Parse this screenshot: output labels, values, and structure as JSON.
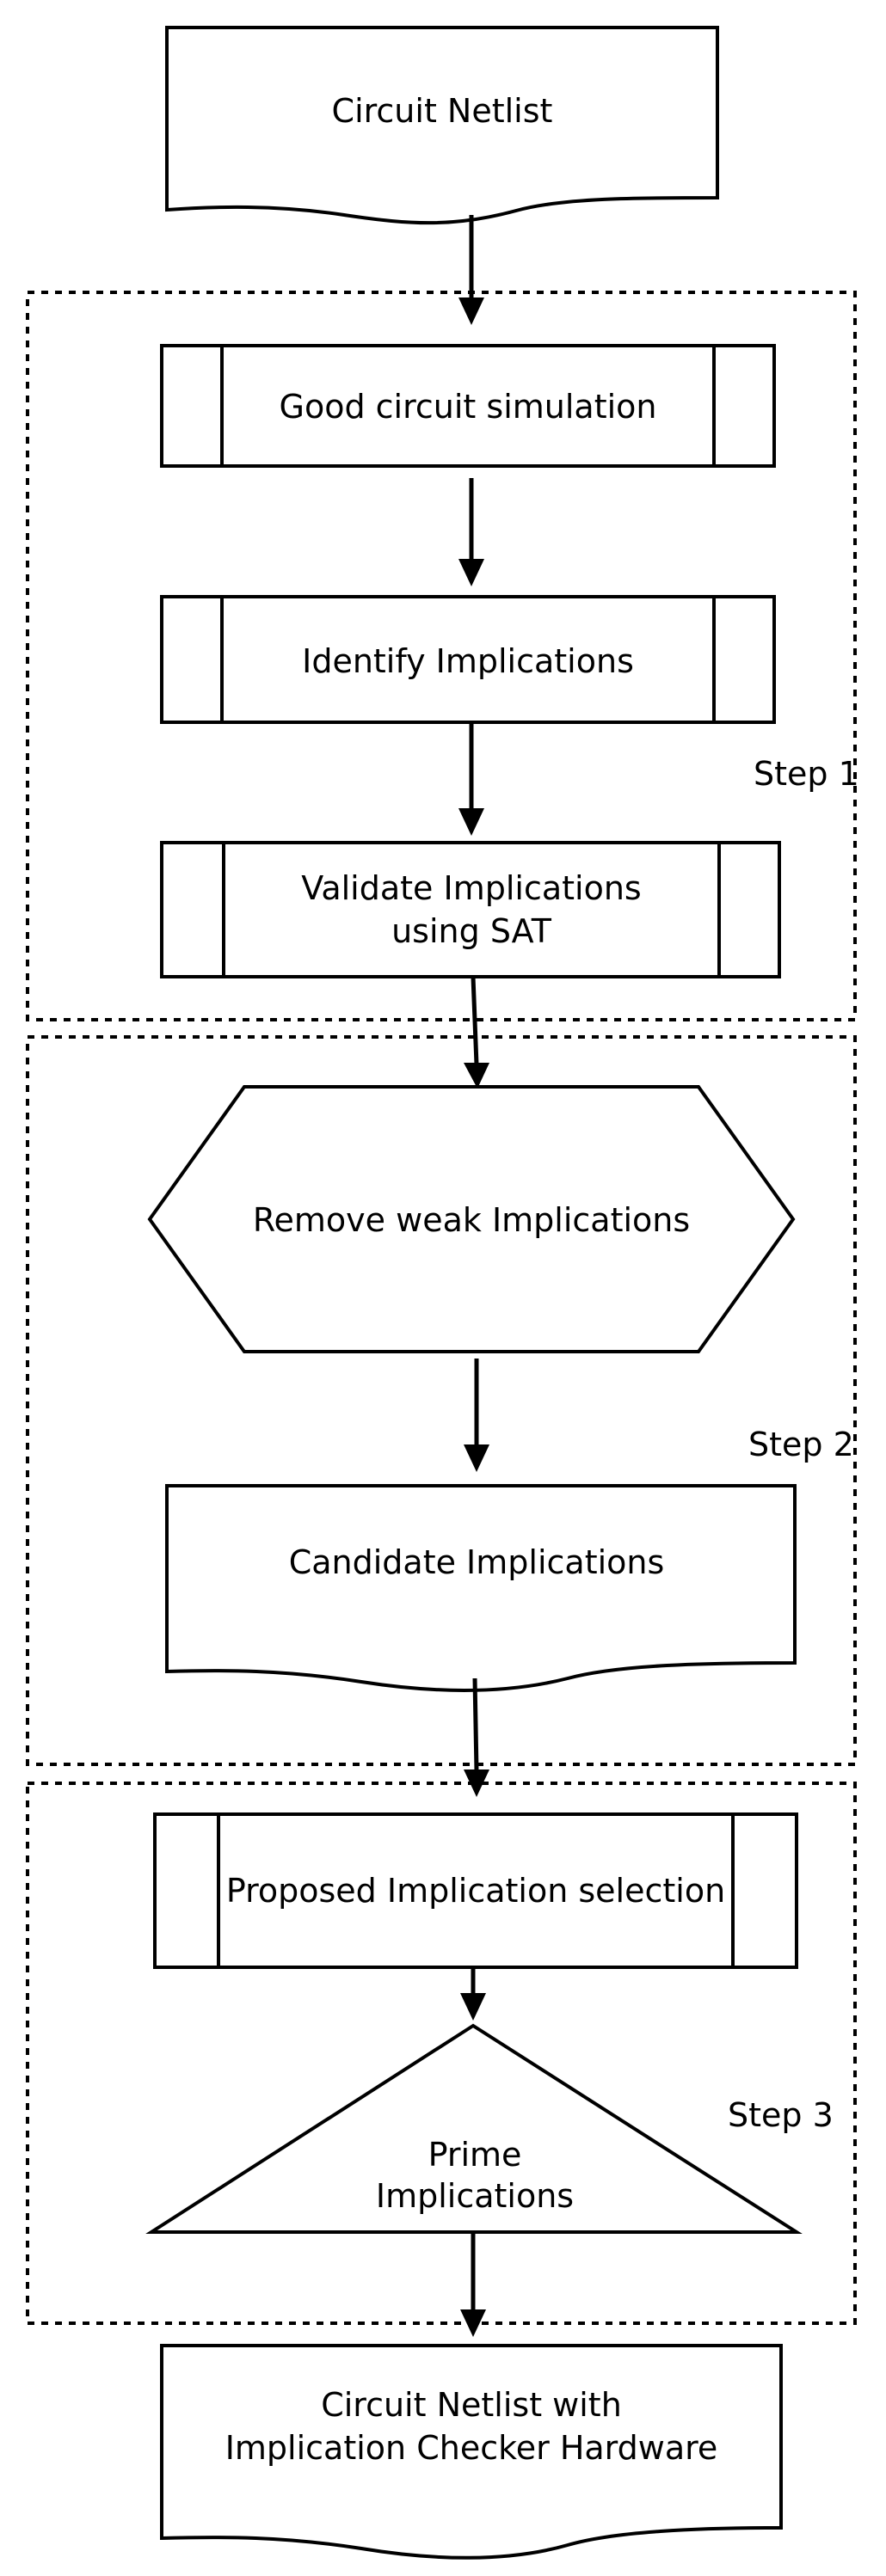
{
  "flowchart": {
    "input_document": {
      "text": "Circuit Netlist",
      "shape": "document"
    },
    "step1": {
      "label": "Step 1",
      "nodes": [
        {
          "text": "Good circuit simulation",
          "shape": "predefined-process"
        },
        {
          "text": "Identify Implications",
          "shape": "predefined-process"
        },
        {
          "text_line1": "Validate Implications",
          "text_line2": "using SAT",
          "shape": "predefined-process"
        }
      ]
    },
    "step2": {
      "label": "Step 2",
      "nodes": [
        {
          "text": "Remove weak Implications",
          "shape": "hexagon"
        },
        {
          "text": "Candidate Implications",
          "shape": "document"
        }
      ]
    },
    "step3": {
      "label": "Step 3",
      "nodes": [
        {
          "text": "Proposed Implication selection",
          "shape": "predefined-process"
        },
        {
          "text_line1": "Prime",
          "text_line2": "Implications",
          "shape": "triangle"
        }
      ]
    },
    "output_document": {
      "text_line1": "Circuit Netlist with",
      "text_line2": "Implication Checker Hardware",
      "shape": "document"
    }
  }
}
